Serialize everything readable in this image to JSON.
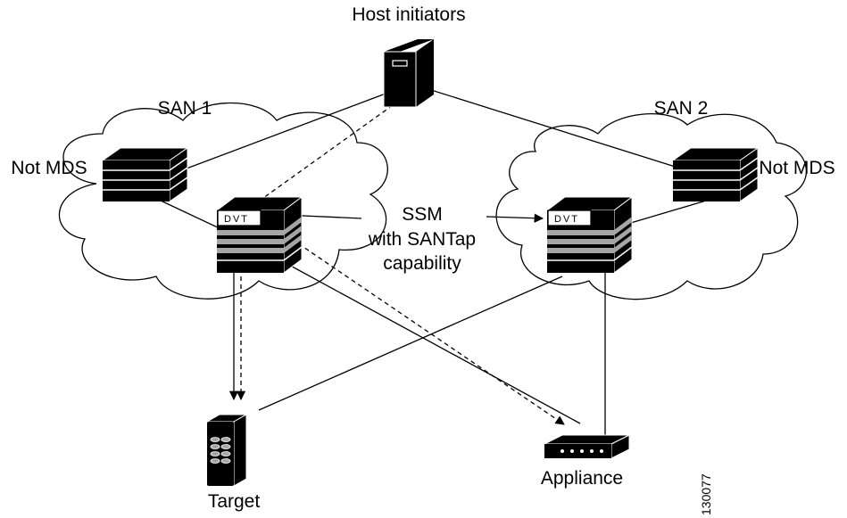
{
  "labels": {
    "host": "Host initiators",
    "san1": "SAN 1",
    "san2": "SAN 2",
    "not_mds_left": "Not MDS",
    "not_mds_right": "Not MDS",
    "ssm_line1": "SSM",
    "ssm_line2": "with SANTap",
    "ssm_line3": "capability",
    "dvt_left": "DVT",
    "dvt_right": "DVT",
    "target": "Target",
    "appliance": "Appliance",
    "figure_id": "130077"
  },
  "icons": {
    "host": "server-tower-icon",
    "switch": "switch-stack-icon",
    "target": "storage-array-icon",
    "appliance": "network-appliance-icon",
    "cloud": "cloud-icon"
  },
  "colors": {
    "black": "#000000",
    "gray": "#a6a6a6",
    "white": "#ffffff"
  }
}
